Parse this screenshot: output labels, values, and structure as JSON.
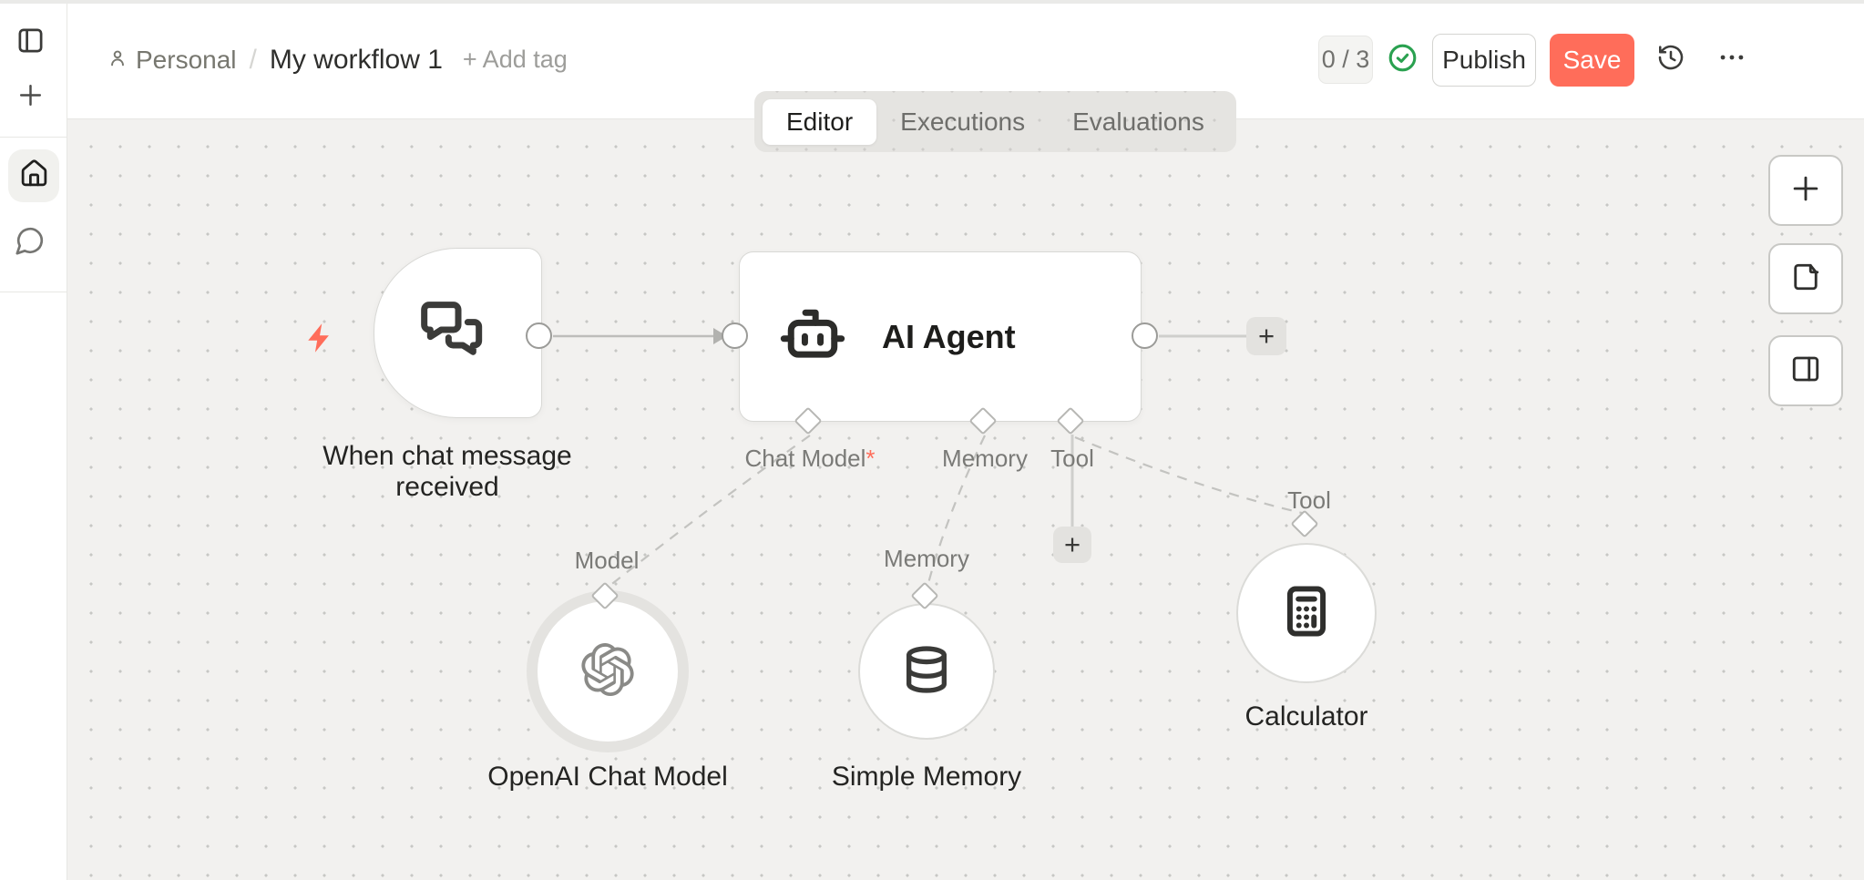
{
  "header": {
    "project": "Personal",
    "breadcrumb_separator": "/",
    "workflow_name": "My workflow 1",
    "add_tag": "+ Add tag",
    "counter": "0 / 3",
    "publish": "Publish",
    "save": "Save"
  },
  "tabs": {
    "editor": "Editor",
    "executions": "Executions",
    "evaluations": "Evaluations"
  },
  "nodes": {
    "trigger": {
      "label": "When chat message received"
    },
    "agent": {
      "title": "AI Agent",
      "ports": {
        "chat_model": "Chat Model",
        "chat_model_required": "*",
        "memory": "Memory",
        "tool": "Tool"
      }
    },
    "openai": {
      "port": "Model",
      "label": "OpenAI Chat Model"
    },
    "memory": {
      "port": "Memory",
      "label": "Simple Memory"
    },
    "calculator": {
      "port": "Tool",
      "label": "Calculator"
    }
  },
  "buttons": {
    "plus": "+"
  },
  "colors": {
    "accent": "#ff6d5a",
    "success": "#2aa150",
    "canvas": "#f2f1ef"
  }
}
